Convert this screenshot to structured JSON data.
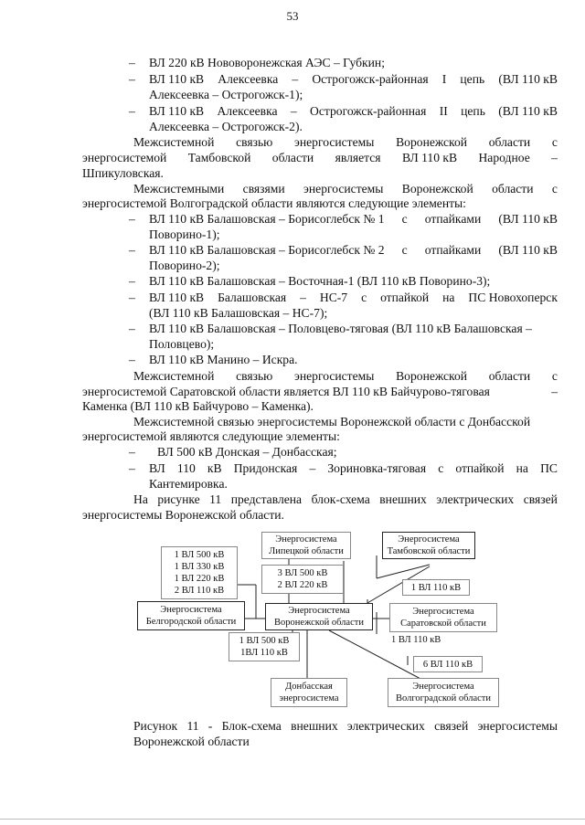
{
  "page_number": "53",
  "l1": "ВЛ 220 кВ Нововоронежская АЭС – Губкин;",
  "l2": [
    "ВЛ 110 кВ",
    "Алексеевка",
    "–",
    "Острогожск-районная",
    "I",
    "цепь",
    "(ВЛ 110 кВ"
  ],
  "l3": "Алексеевка – Острогожск-1);",
  "l4": [
    "ВЛ 110 кВ",
    "Алексеевка",
    "–",
    "Острогожск-районная",
    "II",
    "цепь",
    "(ВЛ 110 кВ"
  ],
  "l5": "Алексеевка – Острогожск-2).",
  "l6": [
    "Межсистемной",
    "связью",
    "энергосистемы",
    "Воронежской",
    "области",
    "с"
  ],
  "l7": [
    "энергосистемой",
    "Тамбовской",
    "области",
    "является",
    "ВЛ 110 кВ",
    "Народное",
    "–"
  ],
  "l8": "Шпикуловская.",
  "l9": [
    "Межсистемными",
    "связями",
    "энергосистемы",
    "Воронежской",
    "области",
    "с"
  ],
  "l10": "энергосистемой Волгоградской области являются следующие элементы:",
  "l11": [
    "ВЛ 110 кВ Балашовская – Борисоглебск № 1",
    "с",
    "отпайками",
    "(ВЛ 110 кВ"
  ],
  "l12": "Поворино-1);",
  "l13": [
    "ВЛ 110 кВ Балашовская – Борисоглебск № 2",
    "с",
    "отпайками",
    "(ВЛ 110 кВ"
  ],
  "l14": "Поворино-2);",
  "l15": "ВЛ 110 кВ Балашовская – Восточная-1 (ВЛ 110 кВ Поворино-3);",
  "l16": [
    "ВЛ 110 кВ",
    "Балашовская",
    "–",
    "НС-7",
    "с",
    "отпайкой",
    "на",
    "ПС Новохоперск"
  ],
  "l17": "(ВЛ 110 кВ Балашовская – НС-7);",
  "l18": [
    "ВЛ 110 кВ Балашовская – Половцево-тяговая (ВЛ 110 кВ Балашовская –"
  ],
  "l19": "Половцево);",
  "l20": "ВЛ 110 кВ Манино – Искра.",
  "l21": [
    "Межсистемной",
    "связью",
    "энергосистемы",
    "Воронежской",
    "области",
    "с"
  ],
  "l22": [
    "энергосистемой Саратовской области является ВЛ 110 кВ Байчурово-тяговая",
    "–"
  ],
  "l23": "Каменка (ВЛ 110 кВ Байчурово – Каменка).",
  "l24": [
    "Межсистемной связью энергосистемы Воронежской области с Донбасской"
  ],
  "l25": "энергосистемой являются следующие элементы:",
  "l26": "ВЛ 500 кВ Донская – Донбасская;",
  "l27": [
    "ВЛ",
    "110",
    "кВ",
    "Придонская",
    "–",
    "Зориновка-тяговая",
    "с",
    "отпайкой",
    "на",
    "ПС"
  ],
  "l28": "Кантемировка.",
  "l29": [
    "На",
    "рисунке",
    "11",
    "представлена",
    "блок-схема",
    "внешних",
    "электрических",
    "связей"
  ],
  "l30": "энергосистемы Воронежской области.",
  "dash": "–",
  "diagram": {
    "center": [
      "Энергосистема",
      "Воронежской области"
    ],
    "lipetsk": [
      "Энергосистема",
      "Липецкой области"
    ],
    "tambov": [
      "Энергосистема",
      "Тамбовской области"
    ],
    "belgorod": [
      "Энергосистема",
      "Белгородской области"
    ],
    "saratov": [
      "Энергосистема",
      "Саратовской области"
    ],
    "donbass": [
      "Донбасская",
      "энергосистема"
    ],
    "volgograd": [
      "Энергосистема",
      "Волгоградской области"
    ],
    "belgorod_lines": [
      "1 ВЛ 500 кВ",
      "1 ВЛ 330 кВ",
      "1 ВЛ 220 кВ",
      "2 ВЛ 110 кВ"
    ],
    "lipetsk_lines": [
      "3 ВЛ 500 кВ",
      "2 ВЛ 220 кВ"
    ],
    "tambov_line": "1 ВЛ 110 кВ",
    "saratov_line": "1 ВЛ 110 кВ",
    "volgograd_line": "6 ВЛ 110 кВ",
    "donbass_lines": [
      "1 ВЛ 500 кВ",
      "1ВЛ 110 кВ"
    ]
  },
  "caption1": [
    "Рисунок",
    "11",
    "-",
    "Блок-схема",
    "внешних",
    "электрических",
    "связей",
    "энергосистемы"
  ],
  "caption2": "Воронежской области"
}
